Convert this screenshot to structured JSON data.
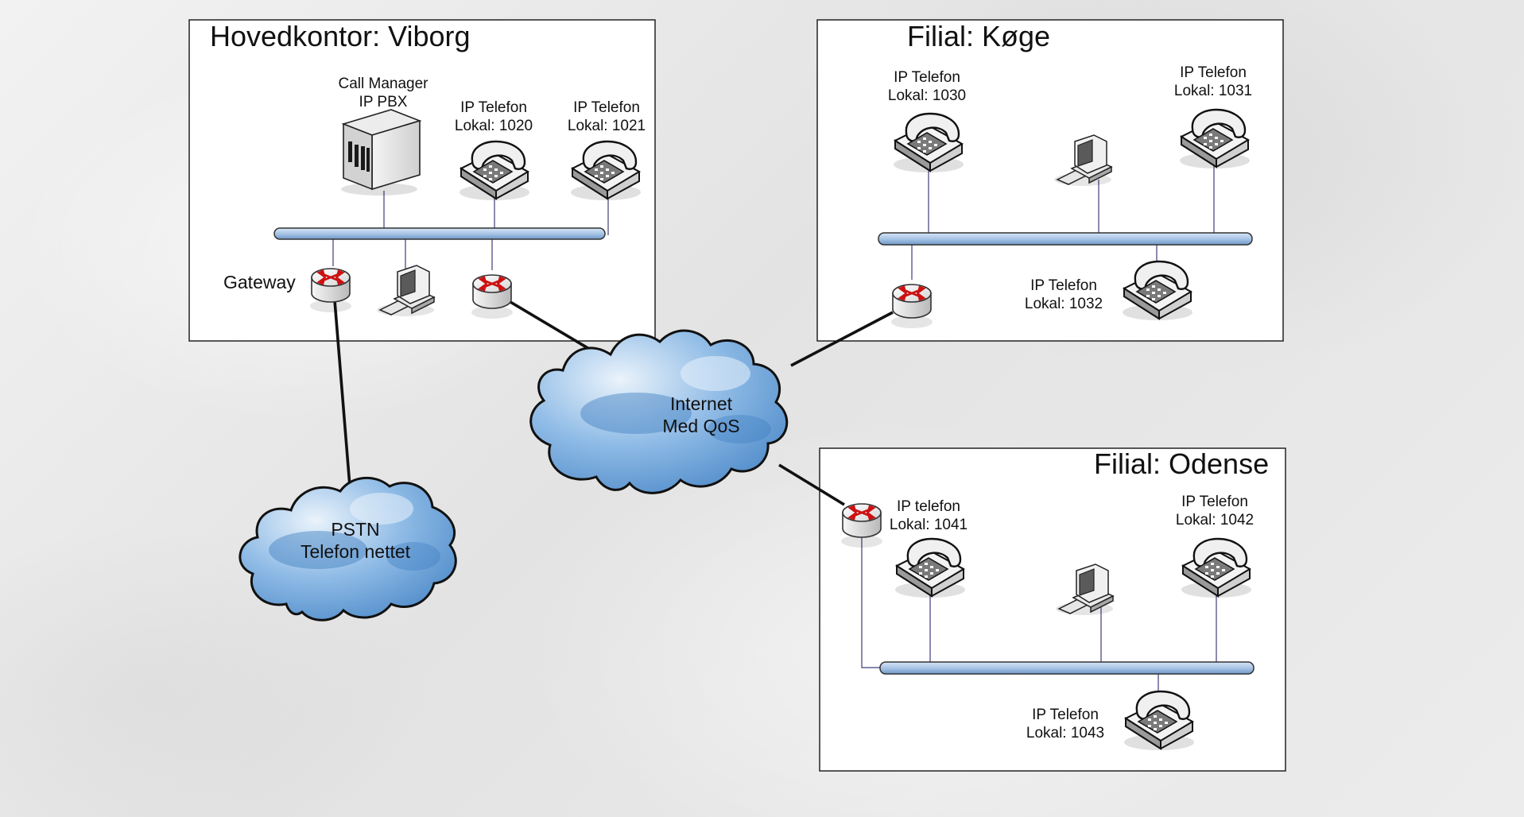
{
  "sites": {
    "viborg": {
      "title": "Hovedkontor: Viborg",
      "server": {
        "line1": "Call Manager",
        "line2": "IP PBX"
      },
      "phone_1020": {
        "line1": "IP Telefon",
        "line2": "Lokal: 1020"
      },
      "phone_1021": {
        "line1": "IP Telefon",
        "line2": "Lokal: 1021"
      },
      "gateway_label": "Gateway"
    },
    "koge": {
      "title": "Filial: Køge",
      "phone_1030": {
        "line1": "IP Telefon",
        "line2": "Lokal: 1030"
      },
      "phone_1031": {
        "line1": "IP Telefon",
        "line2": "Lokal: 1031"
      },
      "phone_1032": {
        "line1": "IP Telefon",
        "line2": "Lokal: 1032"
      }
    },
    "odense": {
      "title": "Filial: Odense",
      "phone_1041": {
        "line1": "IP telefon",
        "line2": "Lokal: 1041"
      },
      "phone_1042": {
        "line1": "IP Telefon",
        "line2": "Lokal: 1042"
      },
      "phone_1043": {
        "line1": "IP Telefon",
        "line2": "Lokal: 1043"
      }
    }
  },
  "clouds": {
    "internet": {
      "line1": "Internet",
      "line2": "Med QoS"
    },
    "pstn": {
      "line1": "PSTN",
      "line2": "Telefon nettet"
    }
  },
  "colors": {
    "bus_fill": "#a9c5e6",
    "cloud_dark": "#4a86c5",
    "cloud_light": "#eaf3fb",
    "router_arrow": "#cc1111",
    "link_line": "#111111"
  }
}
